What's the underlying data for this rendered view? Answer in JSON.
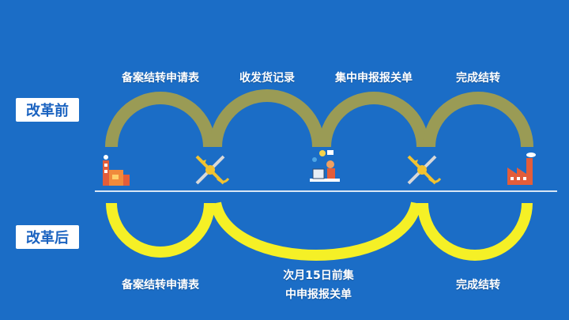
{
  "before": {
    "label": "改革前",
    "steps": [
      "备案结转申请表",
      "收发货记录",
      "集中申报报关单",
      "完成结转"
    ]
  },
  "after": {
    "label": "改革后",
    "steps": [
      "备案结转申请表",
      "次月15日前集",
      "中申报报关单",
      "完成结转"
    ]
  },
  "colors": {
    "background": "#1b6dc6",
    "before_arc": "#9a9b55",
    "after_arc": "#f5f026",
    "baseline": "#d9e6f5"
  },
  "icons": [
    "factory-icon",
    "customs-emblem-icon",
    "office-worker-icon",
    "customs-emblem-icon",
    "factory-icon"
  ]
}
